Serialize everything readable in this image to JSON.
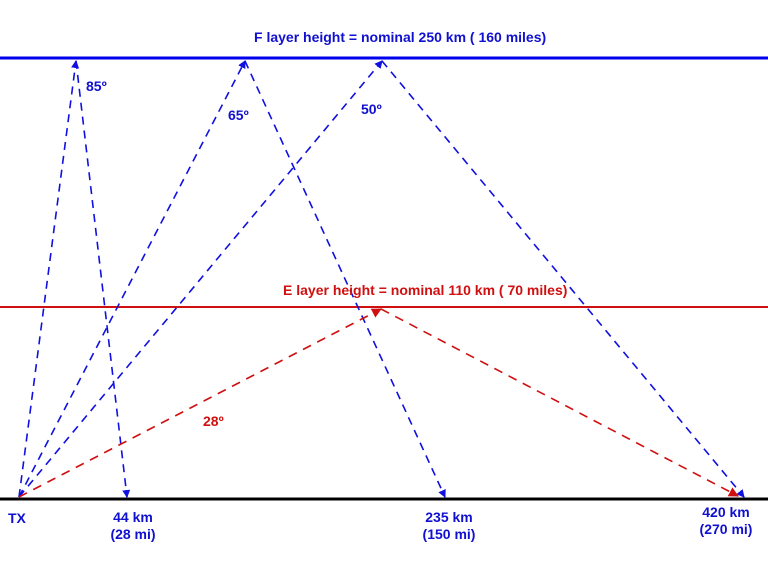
{
  "colors": {
    "f_layer": "#0000ee",
    "e_layer": "#d01010",
    "ground": "#000000",
    "f_paths": "#1010e0",
    "e_paths": "#d01010"
  },
  "layers": {
    "f": {
      "label": "F layer height = nominal 250 km ( 160 miles)"
    },
    "e": {
      "label": "E layer height = nominal 110 km ( 70 miles)"
    }
  },
  "angles": [
    {
      "id": "a85",
      "label": "85º",
      "layer": "F"
    },
    {
      "id": "a65",
      "label": "65º",
      "layer": "F"
    },
    {
      "id": "a50",
      "label": "50º",
      "layer": "F"
    },
    {
      "id": "a28",
      "label": "28º",
      "layer": "E"
    }
  ],
  "ground": {
    "tx_label": "TX",
    "distances": [
      {
        "km": "44 km",
        "mi": "(28 mi)"
      },
      {
        "km": "235 km",
        "mi": "(150 mi)"
      },
      {
        "km": "420 km",
        "mi": "(270 mi)"
      }
    ]
  }
}
